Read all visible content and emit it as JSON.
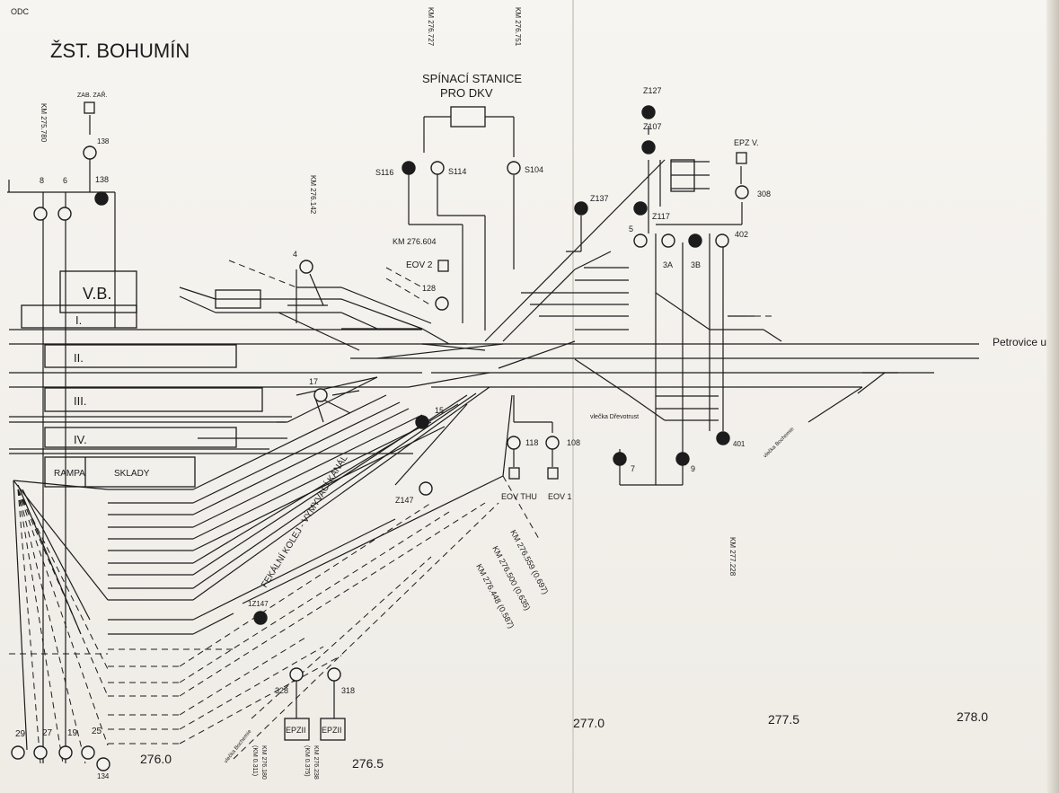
{
  "header": {
    "corner": "ODC",
    "title": "ŽST. BOHUMÍN"
  },
  "station_box": {
    "line1": "SPÍNACÍ STANICE",
    "line2": "PRO DKV"
  },
  "direction": "Petrovice u",
  "buildings": {
    "vb": "V.B.",
    "rampa": "RAMPA",
    "sklady": "SKLADY"
  },
  "platforms": [
    "I.",
    "II.",
    "III.",
    "IV."
  ],
  "km_marks": {
    "km_275780": "KM 275.780",
    "km_276142": "KM 276.142",
    "km_276727": "KM 276.727",
    "km_276751": "KM 276.751",
    "km_276604": "KM 276.604",
    "km_276559": "KM 276.559 (0.697)",
    "km_276500": "KM 276.500 (0.635)",
    "km_276448": "KM 276.448 (0.587)",
    "km_277228": "KM 277.228",
    "km_276180": "KM 276.180",
    "km_0311": "(KM 0.311)",
    "km_276238": "KM 276.238",
    "km_0375": "(KM 0.375)"
  },
  "scale": [
    "276.0",
    "276.5",
    "277.0",
    "277.5",
    "278.0"
  ],
  "signals": {
    "zab_zar": "ZAB. ZAŘ.",
    "s138a": "138",
    "s138b": "138",
    "s8": "8",
    "s6": "6",
    "s4": "4",
    "s128": "128",
    "eov2": "EOV 2",
    "s116": "S116",
    "s114": "S114",
    "s104": "S104",
    "z137": "Z137",
    "z127": "Z127",
    "z107": "Z107",
    "z117": "Z117",
    "epz_v": "EPZ V.",
    "s308": "308",
    "s5": "5",
    "s3a": "3A",
    "s3b": "3B",
    "s402": "402",
    "s17": "17",
    "s15": "15",
    "z147": "Z147",
    "s118": "118",
    "s108": "108",
    "eov_thu": "EOV THU",
    "eov1": "EOV 1",
    "s7": "7",
    "s9": "9",
    "s401": "401",
    "s1z147": "1Z147",
    "s328": "328",
    "s318": "318",
    "epz1": "EPZII",
    "epz2": "EPZII",
    "s29": "29",
    "s27": "27",
    "s19": "19",
    "s25": "25",
    "s134": "134"
  },
  "labels": {
    "fekalni": "FEKÁLNÍ KOLEJ - VÝMYVACÍ KANÁL",
    "vlecka_drevotrust": "vlečka Dřevotrust",
    "vlecka_bochemie": "vlečka Bochemie",
    "vlecka_bochemie2": "vlečka Bochemie"
  }
}
